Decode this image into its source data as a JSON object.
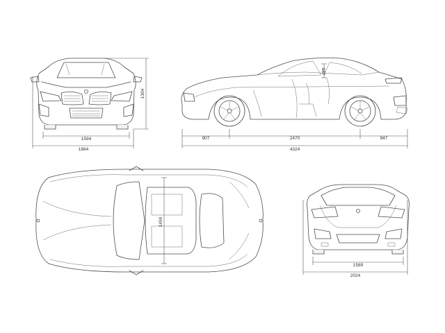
{
  "dimensions": {
    "front_track": "1594",
    "front_width": "1864",
    "front_height": "1304",
    "front_overhang": "907",
    "wheelbase": "2470",
    "rear_overhang": "947",
    "overall_length": "4324",
    "headroom": "987",
    "top_width": "1459",
    "rear_track": "1589",
    "rear_width": "2024"
  },
  "colors": {
    "line": "#4a4a4a",
    "dimension": "#555555",
    "background": "#ffffff"
  }
}
